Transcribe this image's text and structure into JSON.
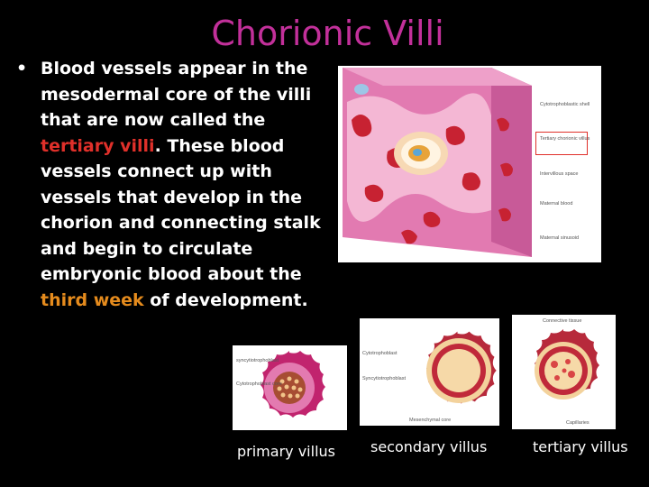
{
  "slide": {
    "title": "Chorionic Villi",
    "bullet": {
      "symbol": "•",
      "part1": "Blood vessels appear in the mesodermal core of the villi that are now called the ",
      "highlight1": "tertiary villi",
      "part2": ". These blood vessels connect up with vessels that develop in the chorion and connecting stalk and begin to circulate embryonic blood about the ",
      "highlight2": "third week",
      "part3": " of development."
    },
    "colors": {
      "title": "#c2309a",
      "highlight1": "#e0302a",
      "highlight2": "#e58b1d"
    }
  },
  "diagram": {
    "labels": [
      "Cytotrophoblastic shell",
      "Tertiary chorionic villus",
      "Intervillous space",
      "Maternal blood",
      "Maternal sinusoid"
    ]
  },
  "primary": {
    "labels": [
      "syncytiotrophoblast",
      "Cytotrophoblast core"
    ],
    "caption": "primary villus"
  },
  "secondary": {
    "labels": [
      "Cytotrophoblast",
      "Syncytiotrophoblast",
      "Mesenchymal core"
    ],
    "caption": "secondary villus"
  },
  "tertiary": {
    "labels": [
      "Connective tissue",
      "Capillaries"
    ],
    "caption": "tertiary villus"
  }
}
